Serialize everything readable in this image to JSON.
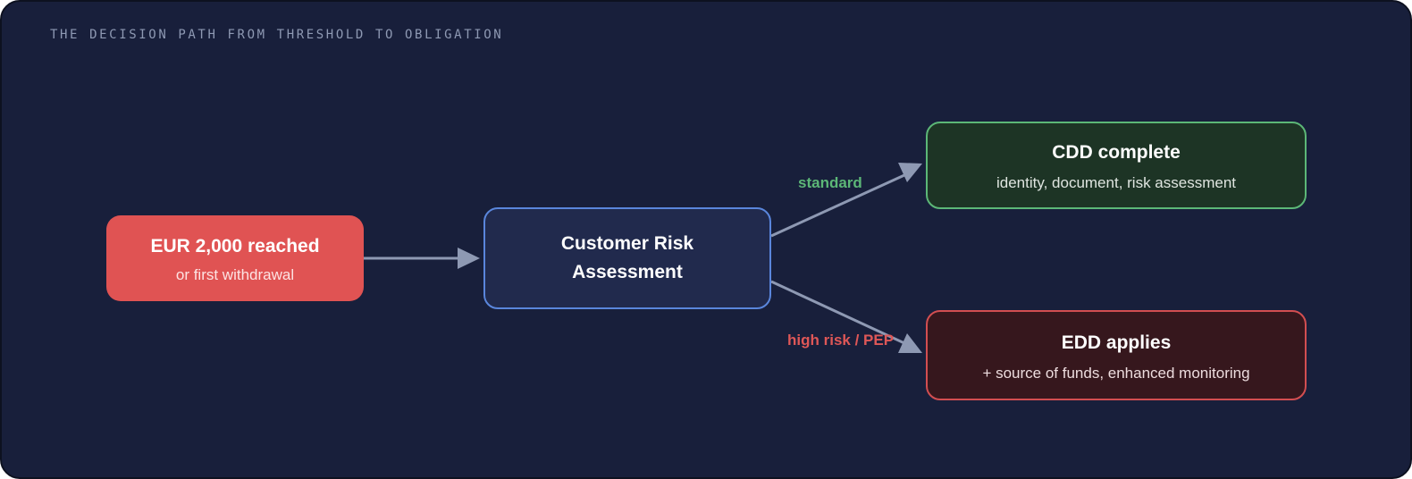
{
  "header": {
    "eyebrow": "THE DECISION PATH FROM THRESHOLD TO OBLIGATION"
  },
  "nodes": {
    "threshold": {
      "title": "EUR 2,000 reached",
      "subtitle": "or first withdrawal"
    },
    "risk": {
      "title": "Customer Risk Assessment"
    },
    "cdd": {
      "title": "CDD complete",
      "subtitle": "identity, document, risk assessment"
    },
    "edd": {
      "title": "EDD applies",
      "subtitle": "+ source of funds, enhanced monitoring"
    }
  },
  "edges": {
    "standard": {
      "label": "standard"
    },
    "high_risk": {
      "label": "high risk / PEP"
    }
  },
  "colors": {
    "background": "#181f3b",
    "threshold_fill": "#e05353",
    "risk_border": "#5a86dc",
    "cdd_border": "#5cb777",
    "edd_border": "#d24e51",
    "arrow": "#8e99b3"
  }
}
